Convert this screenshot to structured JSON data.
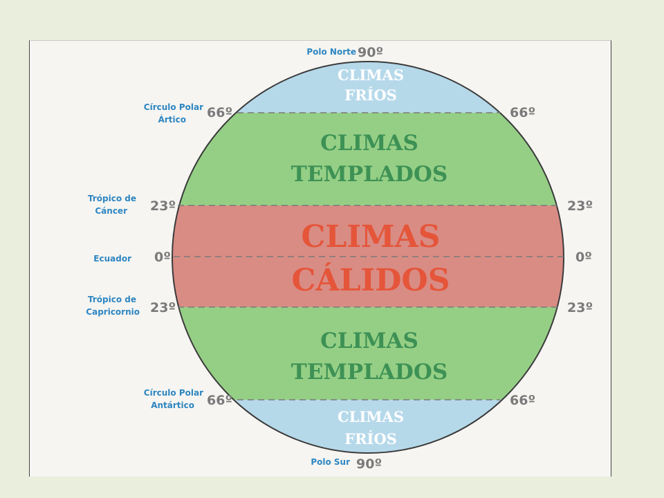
{
  "colors": {
    "page_background": "#eaeedd",
    "panel_background": "#f6f5f2",
    "cold_zone": "#b6d9ea",
    "temperate_zone": "#95cf85",
    "warm_zone": "#d98c84",
    "cold_text": "#ffffff",
    "temperate_text": "#3d9155",
    "warm_text": "#e5553a",
    "label_blue": "#2e86c1",
    "degree_gray": "#7a7a7a",
    "dashed_line": "#7a7a7a"
  },
  "zones": {
    "north_cold": {
      "line1": "CLIMAS",
      "line2": "FRÍOS"
    },
    "north_temperate": {
      "line1": "CLIMAS",
      "line2": "TEMPLADOS"
    },
    "warm": {
      "line1": "CLIMAS",
      "line2": "CÁLIDOS"
    },
    "south_temperate": {
      "line1": "CLIMAS",
      "line2": "TEMPLADOS"
    },
    "south_cold": {
      "line1": "CLIMAS",
      "line2": "FRÍOS"
    }
  },
  "lines": {
    "polo_norte": {
      "label": "Polo Norte",
      "degree": "90º"
    },
    "circulo_artico": {
      "label1": "Círculo Polar",
      "label2": "Ártico",
      "degree": "66º"
    },
    "tropico_cancer": {
      "label1": "Trópico de",
      "label2": "Cáncer",
      "degree": "23º"
    },
    "ecuador": {
      "label": "Ecuador",
      "degree": "0º"
    },
    "tropico_capricornio": {
      "label1": "Trópico de",
      "label2": "Capricornio",
      "degree": "23º"
    },
    "circulo_antartico": {
      "label1": "Círculo Polar",
      "label2": "Antártico",
      "degree": "66º"
    },
    "polo_sur": {
      "label": "Polo Sur",
      "degree": "90º"
    }
  }
}
